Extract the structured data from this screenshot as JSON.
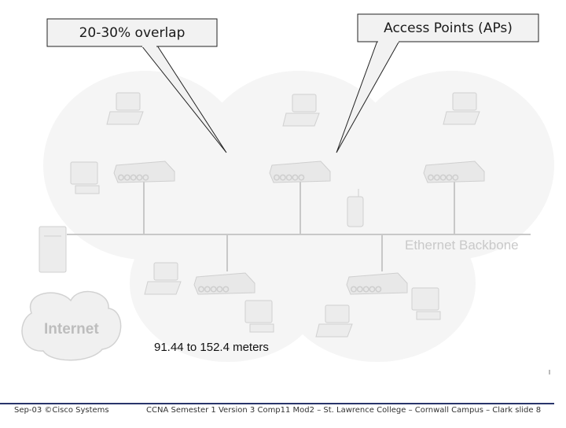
{
  "callouts": {
    "overlap": "20-30% overlap",
    "access_points": "Access Points (APs)"
  },
  "distance_label": "91.44 to 152.4 meters",
  "backbone_label": "Ethernet Backbone",
  "internet_label": "Internet",
  "footer": {
    "left": "Sep-03 ©Cisco Systems",
    "right": "CCNA Semester 1 Version 3 Comp11 Mod2 – St. Lawrence College – Cornwall Campus – Clark slide 8"
  },
  "colors": {
    "line": "#c8c8c8",
    "device": "#e8e8e8",
    "callout_stroke": "#222222",
    "footer_rule": "#29356b"
  }
}
